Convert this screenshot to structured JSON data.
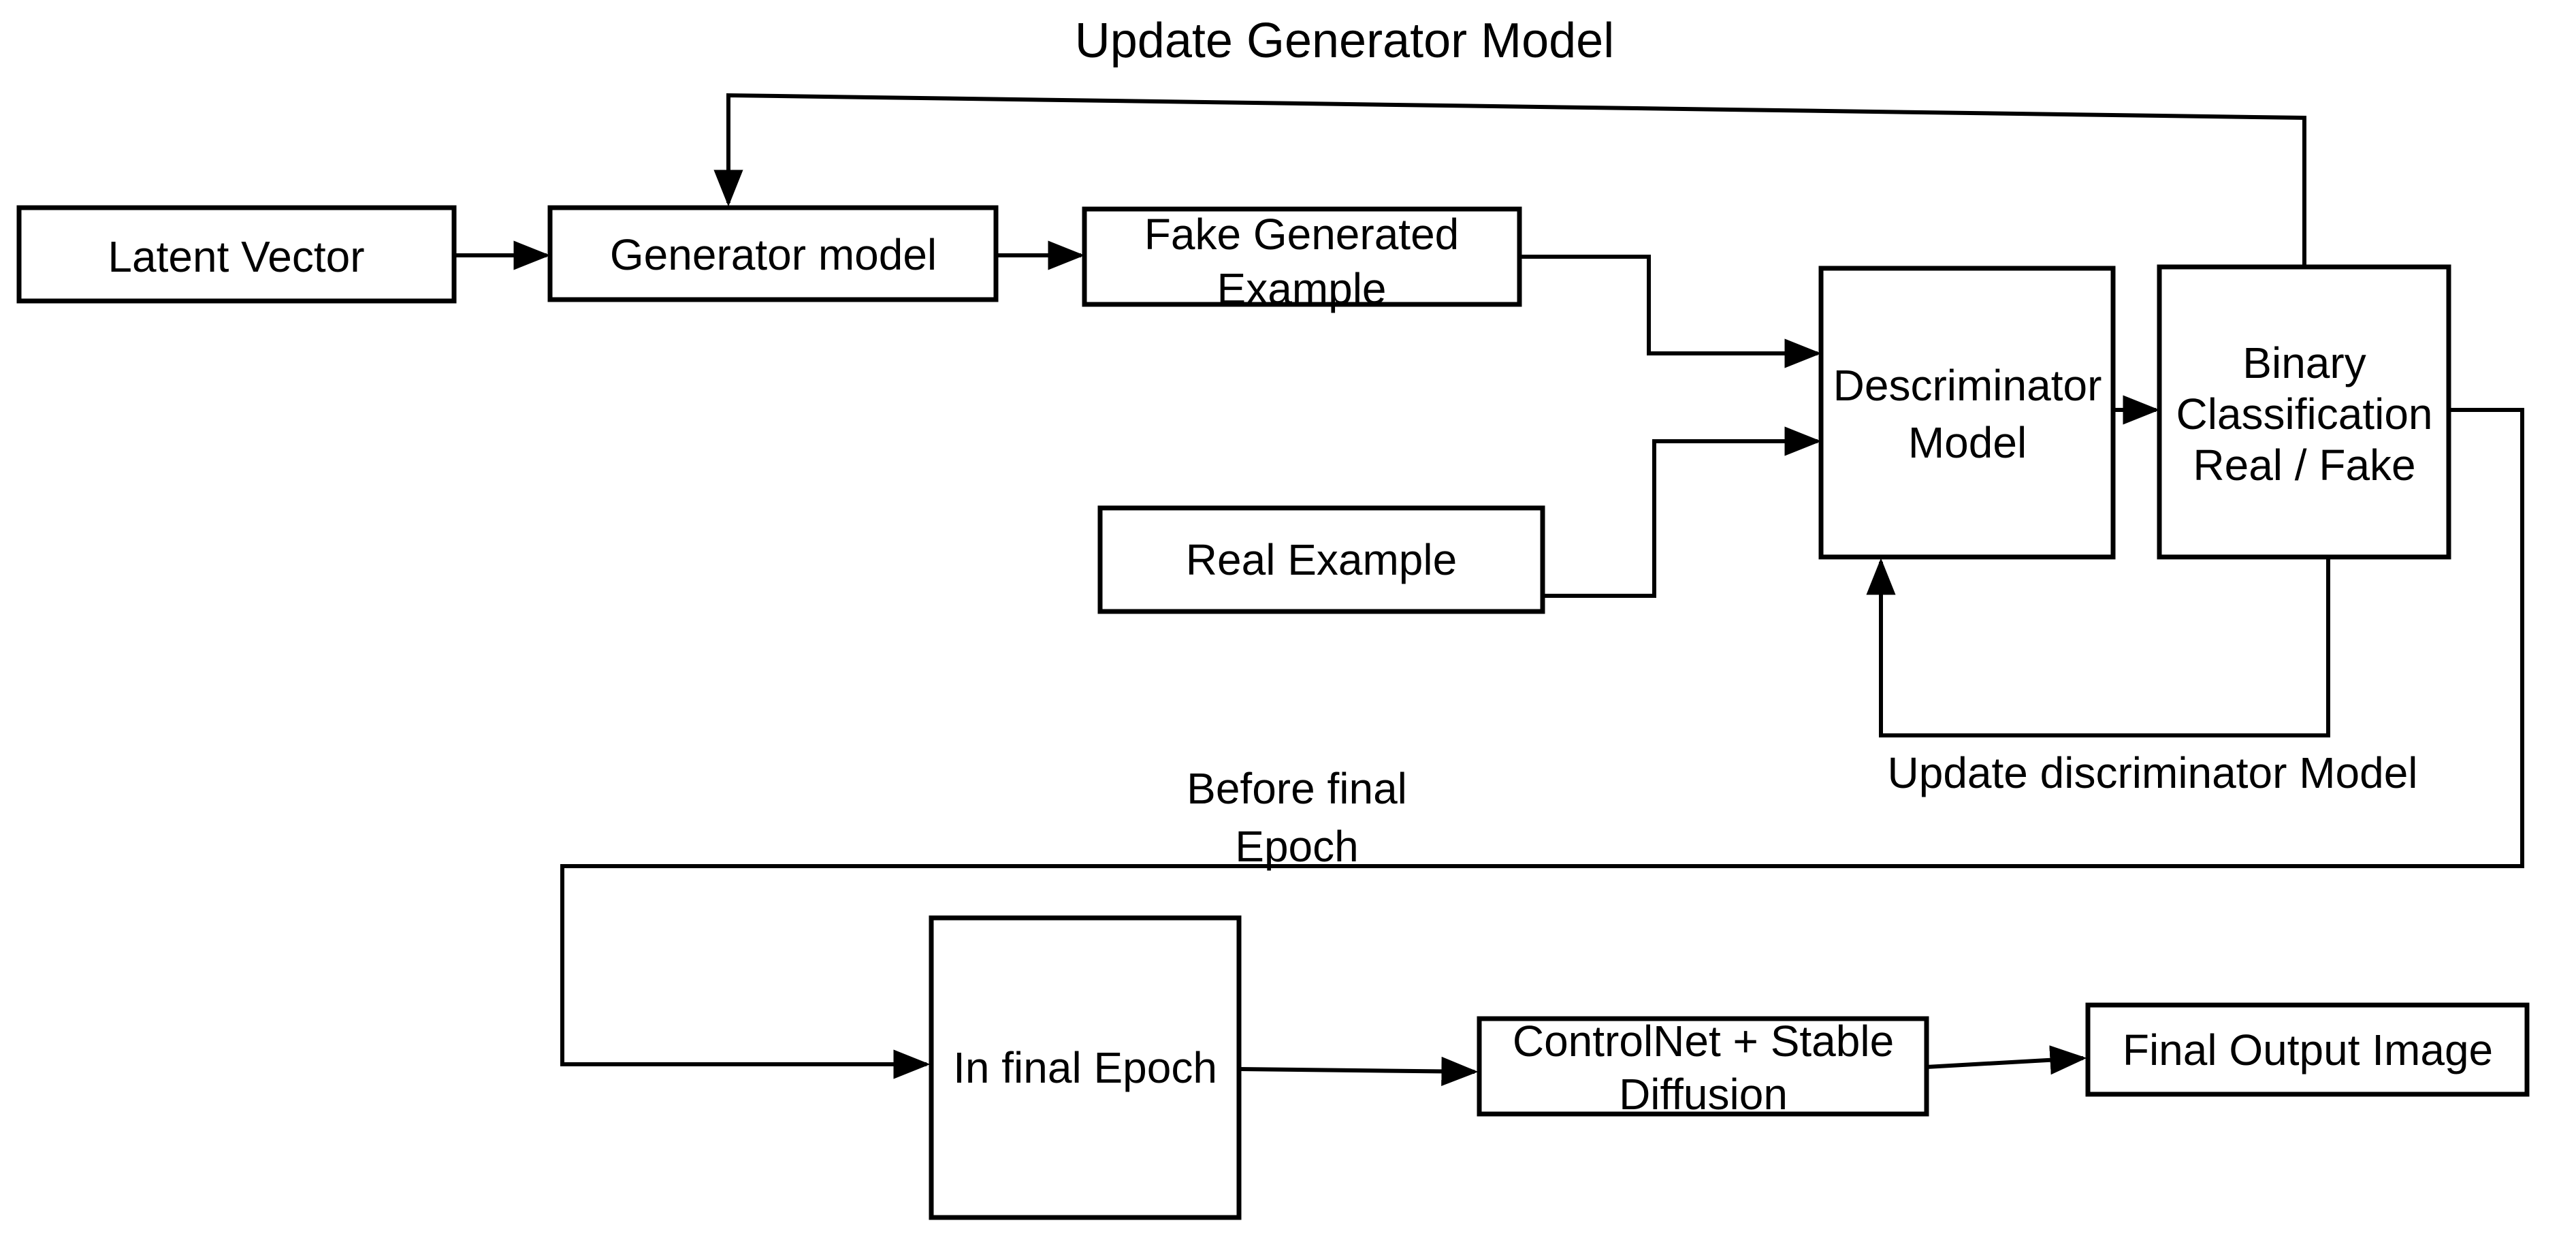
{
  "diagram": {
    "type": "flowchart",
    "subject": "GAN training loop with ControlNet + Stable Diffusion output stage",
    "colors": {
      "background": "#ffffff",
      "box_fill": "#ffffff",
      "line": "#000000",
      "text": "#000000"
    },
    "nodes": {
      "latent_vector": {
        "label": "Latent Vector"
      },
      "generator_model": {
        "label": "Generator model"
      },
      "fake_generated_example": {
        "label_line1": "Fake Generated",
        "label_line2": "Example"
      },
      "real_example": {
        "label": "Real Example"
      },
      "discriminator_model": {
        "label_line1": "Descriminator",
        "label_line2": "Model"
      },
      "binary_classification": {
        "label_line1": "Binary",
        "label_line2": "Classification",
        "label_line3": "Real / Fake"
      },
      "in_final_epoch": {
        "label": "In final Epoch"
      },
      "controlnet_stable_diffusion": {
        "label_line1": "ControlNet + Stable",
        "label_line2": "Diffusion"
      },
      "final_output_image": {
        "label": "Final Output Image"
      }
    },
    "annotations": {
      "update_generator": "Update Generator Model",
      "update_discriminator": "Update discriminator Model",
      "before_final_line1": "Before final",
      "before_final_line2": "Epoch"
    },
    "edges": [
      {
        "from": "latent_vector",
        "to": "generator_model"
      },
      {
        "from": "generator_model",
        "to": "fake_generated_example"
      },
      {
        "from": "fake_generated_example",
        "to": "discriminator_model"
      },
      {
        "from": "real_example",
        "to": "discriminator_model"
      },
      {
        "from": "discriminator_model",
        "to": "binary_classification"
      },
      {
        "from": "binary_classification",
        "to": "generator_model",
        "label": "Update Generator Model"
      },
      {
        "from": "binary_classification",
        "to": "discriminator_model",
        "label": "Update discriminator Model"
      },
      {
        "from": "binary_classification",
        "to": "in_final_epoch",
        "label": "Before final Epoch"
      },
      {
        "from": "in_final_epoch",
        "to": "controlnet_stable_diffusion"
      },
      {
        "from": "controlnet_stable_diffusion",
        "to": "final_output_image"
      }
    ]
  }
}
